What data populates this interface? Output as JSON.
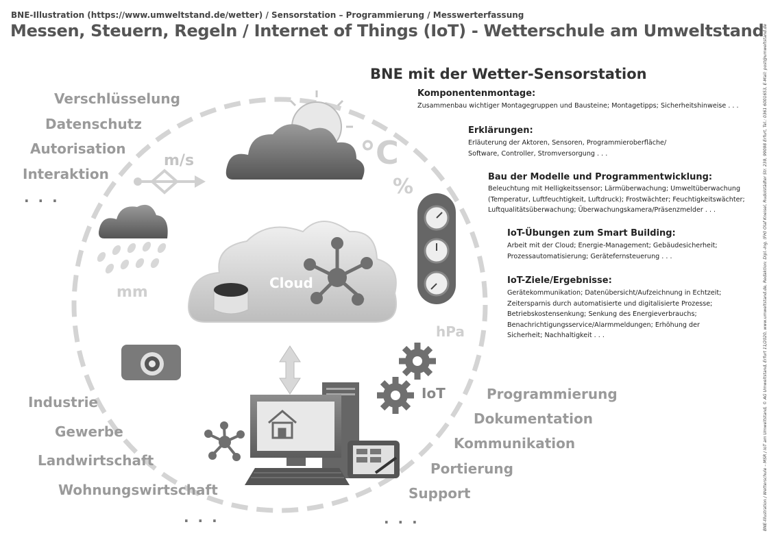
{
  "header": {
    "breadcrumb": "BNE-Illustration (https://www.umweltstand.de/wetter) / Sensorstation – Programmierung / Messwerterfassung",
    "title": "Messen, Steuern, Regeln / Internet of Things (IoT) - Wetterschule am Umweltstand"
  },
  "side_text": "BNE-Illustration / Wetterschule – MSR / IoT am Umweltstand, © AG Umweltstand, Erfurt 11/2020, www.umweltstand.de, Redaktion: Dipl.-Ing. (FH) Olaf Kneisel, Rudolstädter Str. 239, 99098 Erfurt, Tel.: 0361 6001653, E-Mail: post@umweltstand.de",
  "panel": {
    "title": "BNE mit der Wetter-Sensorstation",
    "sections": [
      {
        "heading": "Komponentenmontage:",
        "lines": [
          "Zusammenbau wichtiger Montagegruppen und Bausteine; Montagetipps; Sicherheitshinweise . . ."
        ]
      },
      {
        "heading": "Erklärungen:",
        "lines": [
          "Erläuterung der Aktoren, Sensoren, Programmieroberfläche/",
          "Software, Controller, Stromversorgung . . ."
        ]
      },
      {
        "heading": "Bau der Modelle und Programmentwicklung:",
        "lines": [
          "Beleuchtung mit Helligkeitssensor; Lärmüberwachung; Umweltüberwachung",
          "(Temperatur, Luftfeuchtigkeit, Luftdruck); Frostwächter; Feuchtigkeitswächter;",
          "Luftqualitätsüberwachung; Überwachungskamera/Präsenzmelder . . ."
        ]
      },
      {
        "heading": "IoT-Übungen zum Smart Building:",
        "lines": [
          "Arbeit mit der Cloud; Energie-Management; Gebäudesicherheit;",
          "Prozessautomatisierung; Gerätefernsteuerung . . ."
        ]
      },
      {
        "heading": "IoT-Ziele/Ergebnisse:",
        "lines": [
          "Gerätekommunikation; Datenübersicht/Aufzeichnung in Echtzeit;",
          "Zeitersparnis durch automatisierte und digitalisierte Prozesse;",
          "Betriebskostensenkung; Senkung des Energieverbrauchs;",
          "Benachrichtigungsservice/Alarmmeldungen; Erhöhung der",
          "Sicherheit; Nachhaltigkeit . . ."
        ]
      }
    ]
  },
  "left_top": [
    "Verschlüsselung",
    "Datenschutz",
    "Autorisation",
    "Interaktion"
  ],
  "left_bottom": [
    "Industrie",
    "Gewerbe",
    "Landwirtschaft",
    "Wohnungswirtschaft"
  ],
  "right_bottom": [
    "Programmierung",
    "Dokumentation",
    "Kommunikation",
    "Portierung",
    "Support"
  ],
  "ellipsis": ". . .",
  "units": {
    "wind": "m/s",
    "temp": "°C",
    "humidity": "%",
    "rain": "mm",
    "pressure": "hPa"
  },
  "cloud_label": "Cloud",
  "iot_label": "IoT",
  "colors": {
    "panel_text": "#222222",
    "label_gray": "#9a9a9a",
    "ring_dash": "#d4d4d4",
    "icon_dark": "#6f6f6f"
  },
  "icons": [
    "sun-icon",
    "cloud-icon",
    "wind-arrow-icon",
    "rain-cloud-icon",
    "camera-icon",
    "database-icon",
    "network-hub-icon",
    "double-arrow-icon",
    "gear-icon",
    "computer-icon",
    "house-icon",
    "keyboard-icon",
    "tablet-icon",
    "gauge-panel-icon"
  ]
}
